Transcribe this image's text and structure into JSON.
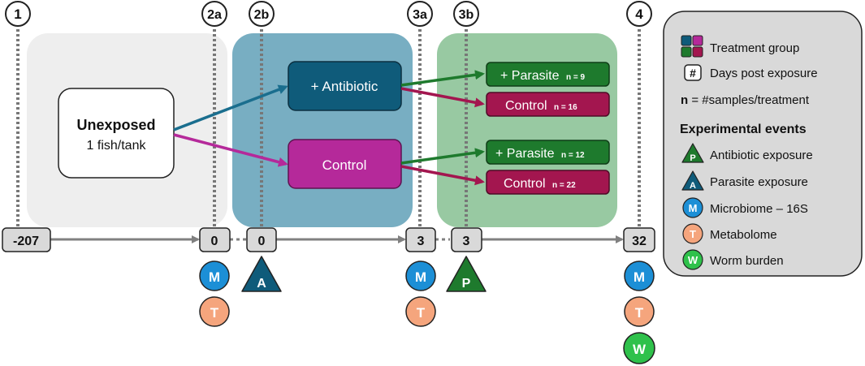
{
  "steps": [
    "1",
    "2a",
    "2b",
    "3a",
    "3b",
    "4"
  ],
  "panel_unexposed": {
    "title": "Unexposed",
    "subtitle": "1 fish/tank"
  },
  "groups": {
    "antibiotic": "+ Antibiotic",
    "control": "Control"
  },
  "outcomes": [
    {
      "label": "+ Parasite",
      "n": "n = 9"
    },
    {
      "label": "Control",
      "n": "n = 16"
    },
    {
      "label": "+ Parasite",
      "n": "n = 12"
    },
    {
      "label": "Control",
      "n": "n = 22"
    }
  ],
  "timeline": [
    "-207",
    "0",
    "0",
    "3",
    "3",
    "32"
  ],
  "events": {
    "antibiotic_letter": "A",
    "parasite_letter": "P",
    "microbiome_letter": "M",
    "metabolome_letter": "T",
    "worm_letter": "W"
  },
  "legend": {
    "treatment_group": "Treatment group",
    "days_symbol": "#",
    "days_post_exposure": "Days post exposure",
    "n_letter": "n",
    "n_definition": " = #samples/treatment",
    "events_header": "Experimental events",
    "antibiotic_exposure": "Antibiotic exposure",
    "parasite_exposure": "Parasite exposure",
    "microbiome": "Microbiome – 16S",
    "metabolome": "Metabolome",
    "worm_burden": "Worm burden",
    "icon_letters": {
      "antibiotic": "P",
      "parasite": "A",
      "microbiome": "M",
      "metabolome": "T",
      "worm": "W"
    }
  },
  "colors": {
    "antibiotic_blue": "#0f5b7a",
    "control_magenta": "#b5299a",
    "parasite_green": "#1e7a2d",
    "control_red": "#a3164f",
    "panel_gray": "#eeeeee",
    "panel_blue": "#78aec2",
    "panel_green": "#98c9a2",
    "microbiome_blue": "#1c8fd6",
    "metabolome_orange": "#f5a57d",
    "worm_green": "#2fc14b"
  }
}
